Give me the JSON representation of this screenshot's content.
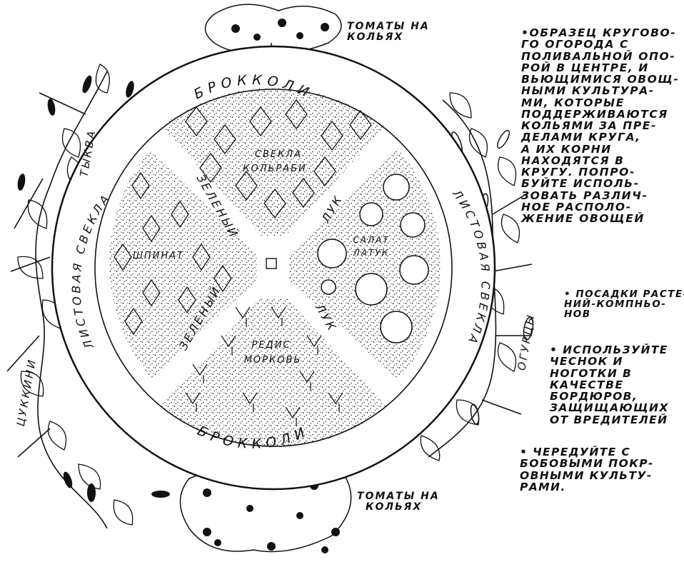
{
  "garden": {
    "center_label": "☐",
    "ring_top": "БРОККОЛИ",
    "ring_bottom": "БРОККОЛИ",
    "ring_left": "ЛИСТОВАЯ СВЕКЛА",
    "ring_right": "ЛИСТОВАЯ СВЕКЛА",
    "path_nw": "ЗЕЛЕНЫЙ",
    "path_sw": "ЗЕЛЕНЫЙ",
    "path_ne": "ЛУК",
    "path_se": "ЛУК",
    "bed_top": [
      "СВЕКЛА",
      "КОЛЬРАБИ"
    ],
    "bed_left": "ШПИНАТ",
    "bed_right": [
      "САЛАТ",
      "ЛАТУК"
    ],
    "bed_bottom": [
      "РЕДИС",
      "МОРКОВЬ"
    ]
  },
  "outside": {
    "tomatoes_top": [
      "ТОМАТЫ НА",
      "КОЛЬЯХ"
    ],
    "tomatoes_bottom": [
      "ТОМАТЫ НА",
      "КОЛЬЯХ"
    ],
    "pumpkin": "ТЫКВА",
    "zucchini": "ЦУККИНИ",
    "cucumbers": "ОГУРЦЫ"
  },
  "notes": {
    "main": [
      "•ОБРАЗЕЦ КРУГОВО-",
      "ГО ОГОРОДА С",
      "ПОЛИВАЛЬНОЙ ОПО-",
      "РОЙ В ЦЕНТРЕ, И",
      "ВЬЮЩИМИСЯ ОВОЩ-",
      "НЫМИ КУЛЬТУРА-",
      "МИ, КОТОРЫЕ",
      "ПОДДЕРЖИВАЮТСЯ",
      "КОЛЬЯМИ ЗА ПРЕ-",
      "ДЕЛАМИ КРУГА,",
      "А ИХ КОРНИ",
      "НАХОДЯТСЯ В",
      "КРУГУ. ПОПРО-",
      "БУЙТЕ ИСПОЛЬ-",
      "ЗОВАТЬ РАЗЛИЧ-",
      "НОЕ РАСПОЛО-",
      "ЖЕНИЕ ОВОЩЕЙ"
    ],
    "bullet_a": [
      "• ПОСАДКИ РАСТЕ-",
      "НИЙ-КОМПНЬО-",
      "НОВ"
    ],
    "bullet_b": [
      "• ИСПОЛЬЗУЙТЕ",
      "ЧЕСНОК И",
      "НОГОТКИ В",
      "КАЧЕСТВЕ",
      "БОРДЮРОВ,",
      "ЗАЩИЩАЮЩИХ",
      "ОТ ВРЕДИТЕЛЕЙ"
    ],
    "bullet_c": [
      "• ЧЕРЕДУЙТЕ С",
      "БОБОВЫМИ ПОКР-",
      "ОВНЫМИ КУЛЬТУ-",
      "РАМИ."
    ]
  }
}
